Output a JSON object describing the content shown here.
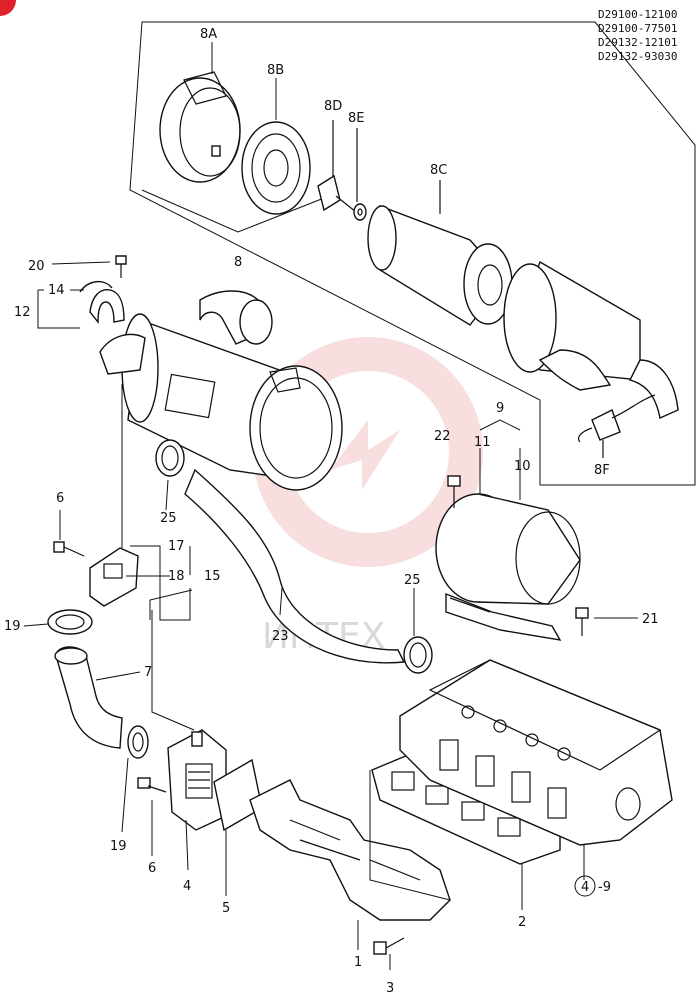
{
  "codes": [
    "D29100-12100",
    "D29100-77501",
    "D29132-12101",
    "D29132-93030"
  ],
  "labels": {
    "l8A": "8A",
    "l8B": "8B",
    "l8D": "8D",
    "l8E": "8E",
    "l8C": "8C",
    "l8": "8",
    "l8F": "8F",
    "l20": "20",
    "l14": "14",
    "l12": "12",
    "l9": "9",
    "l22": "22",
    "l11": "11",
    "l10": "10",
    "l6a": "6",
    "l17": "17",
    "l18": "18",
    "l15": "15",
    "l25a": "25",
    "l25b": "25",
    "l19a": "19",
    "l7": "7",
    "l23": "23",
    "l21": "21",
    "l19b": "19",
    "l6b": "6",
    "l4": "4",
    "l5": "5",
    "l1": "1",
    "l3": "3",
    "l2": "2",
    "l4circ": "4",
    "l4suffix": "-9"
  },
  "watermark": "ИНТЕХ",
  "colors": {
    "line": "#111111",
    "watermark": "#f3c4c4",
    "corner": "#e0202a"
  }
}
